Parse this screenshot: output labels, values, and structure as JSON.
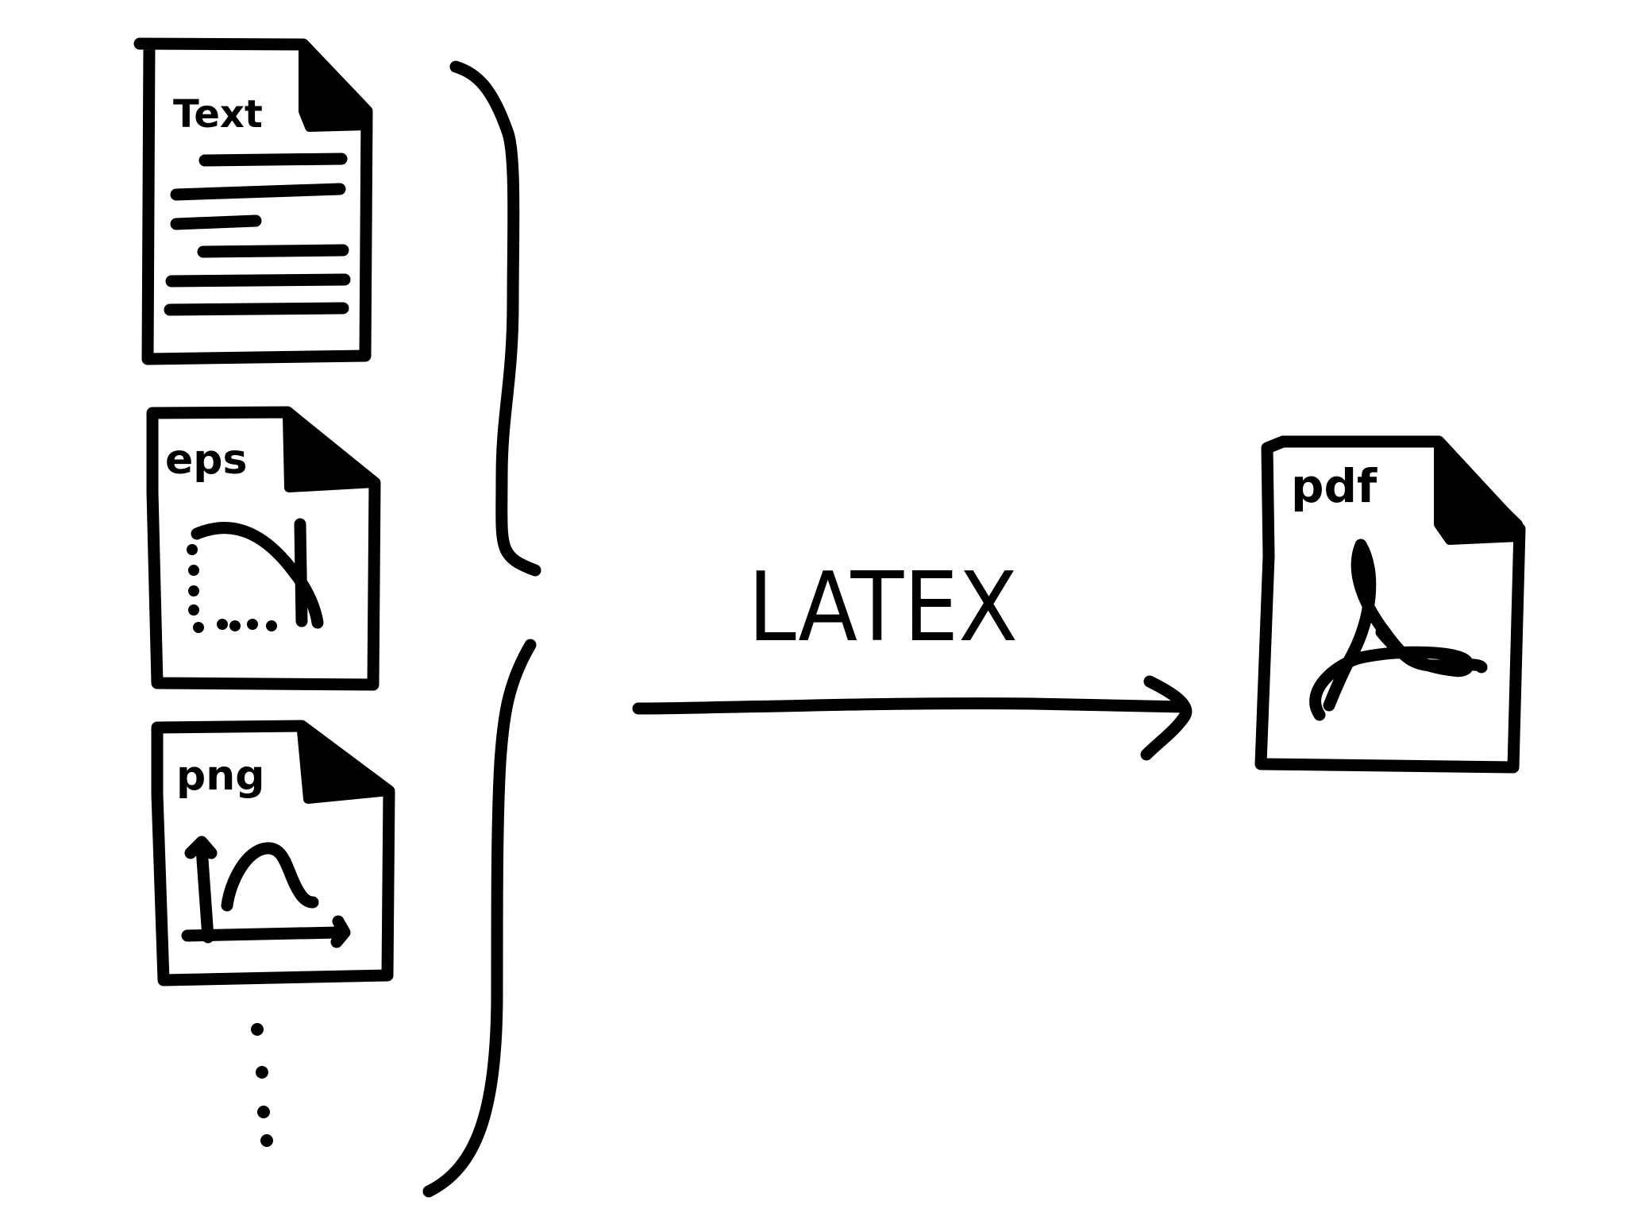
{
  "inputs": [
    {
      "label": "Text"
    },
    {
      "label": "eps"
    },
    {
      "label": "png"
    }
  ],
  "process": {
    "label": "LATEX"
  },
  "output": {
    "label": "pdf"
  },
  "colors": {
    "ink": "#000000",
    "background": "#ffffff"
  }
}
